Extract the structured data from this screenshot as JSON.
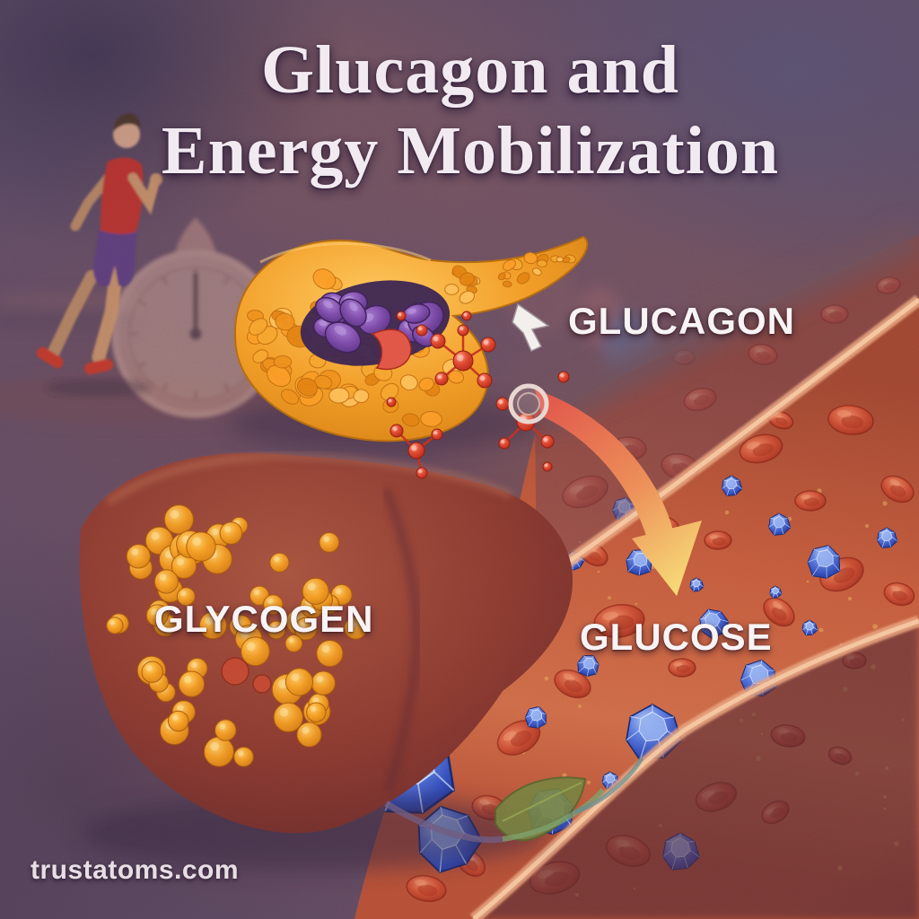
{
  "title": {
    "line1": "Glucagon and",
    "line2": "Energy Mobilization"
  },
  "labels": {
    "glucagon": "GLUCAGON",
    "glycogen": "GLYCOGEN",
    "glucose": "GLUCOSE"
  },
  "watermark": "trustatoms.com",
  "scene": {
    "elements": [
      "runner-figure",
      "stopwatch",
      "pancreas",
      "islet-cells",
      "glucagon-molecules",
      "glucagon-pointer",
      "release-arrow",
      "liver",
      "glycogen-granules",
      "hepatic-leaf",
      "blood-vessel",
      "red-blood-cells",
      "glucose-crystals"
    ]
  },
  "colors": {
    "background_purple": "#5e4b64",
    "background_red": "#7c4a44",
    "title_text": "#f2eaf1",
    "label_text": "#f8f3f5",
    "watermark_text": "#e7dfe5",
    "pancreas_orange": "#f09b26",
    "pancreas_highlight": "#ffc95e",
    "islet_purple": "#7b4aa8",
    "molecule_red": "#d33a26",
    "arrow_start": "#e05248",
    "arrow_end": "#f7d973",
    "pointer_white": "#f2efec",
    "liver_red": "#8c3c32",
    "glycogen_orange": "#f59d24",
    "vessel_interior": "#c05538",
    "vessel_wall": "#eba57f",
    "blood_cell_red": "#c74c33",
    "crystal_blue": "#3b52bd",
    "crystal_highlight": "#a9c0f5"
  }
}
